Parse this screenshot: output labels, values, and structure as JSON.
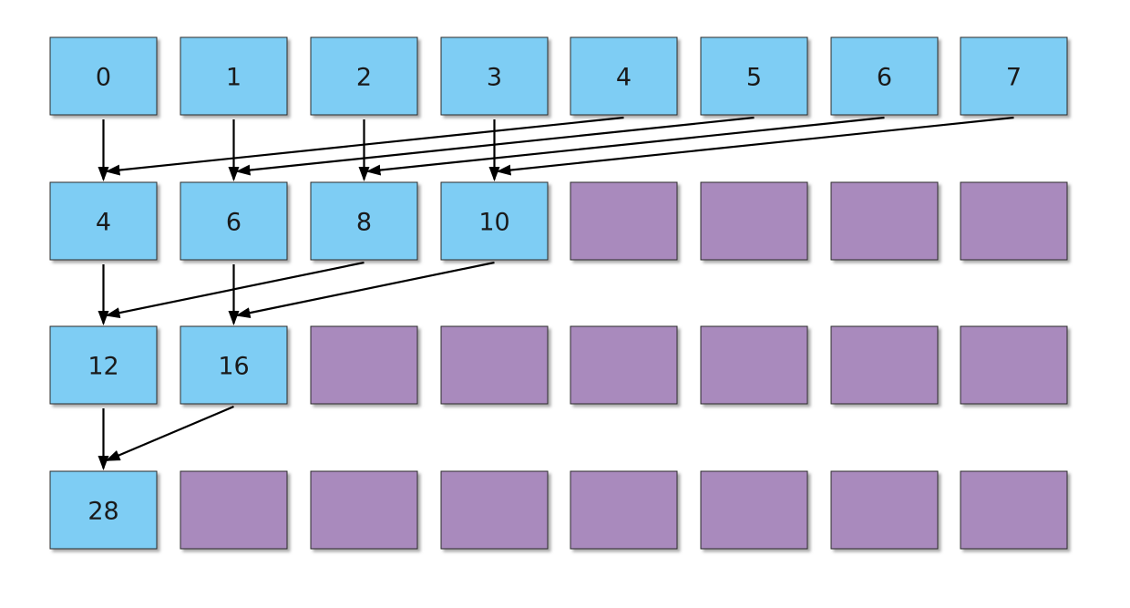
{
  "colors": {
    "active": "#7ecdf4",
    "inactive": "#a98abd",
    "border": "#2b2b2b",
    "shadow": "#9a9a9a",
    "arrow": "#000000"
  },
  "diagram": {
    "columns": 8,
    "rows": [
      {
        "values": [
          "0",
          "1",
          "2",
          "3",
          "4",
          "5",
          "6",
          "7"
        ]
      },
      {
        "values": [
          "4",
          "6",
          "8",
          "10",
          null,
          null,
          null,
          null
        ]
      },
      {
        "values": [
          "12",
          "16",
          null,
          null,
          null,
          null,
          null,
          null
        ]
      },
      {
        "values": [
          "28",
          null,
          null,
          null,
          null,
          null,
          null,
          null
        ]
      }
    ],
    "edges": [
      {
        "from": [
          0,
          0
        ],
        "to": [
          1,
          0
        ]
      },
      {
        "from": [
          0,
          4
        ],
        "to": [
          1,
          0
        ]
      },
      {
        "from": [
          0,
          1
        ],
        "to": [
          1,
          1
        ]
      },
      {
        "from": [
          0,
          5
        ],
        "to": [
          1,
          1
        ]
      },
      {
        "from": [
          0,
          2
        ],
        "to": [
          1,
          2
        ]
      },
      {
        "from": [
          0,
          6
        ],
        "to": [
          1,
          2
        ]
      },
      {
        "from": [
          0,
          3
        ],
        "to": [
          1,
          3
        ]
      },
      {
        "from": [
          0,
          7
        ],
        "to": [
          1,
          3
        ]
      },
      {
        "from": [
          1,
          0
        ],
        "to": [
          2,
          0
        ]
      },
      {
        "from": [
          1,
          2
        ],
        "to": [
          2,
          0
        ]
      },
      {
        "from": [
          1,
          1
        ],
        "to": [
          2,
          1
        ]
      },
      {
        "from": [
          1,
          3
        ],
        "to": [
          2,
          1
        ]
      },
      {
        "from": [
          2,
          0
        ],
        "to": [
          3,
          0
        ]
      },
      {
        "from": [
          2,
          1
        ],
        "to": [
          3,
          0
        ]
      }
    ]
  }
}
